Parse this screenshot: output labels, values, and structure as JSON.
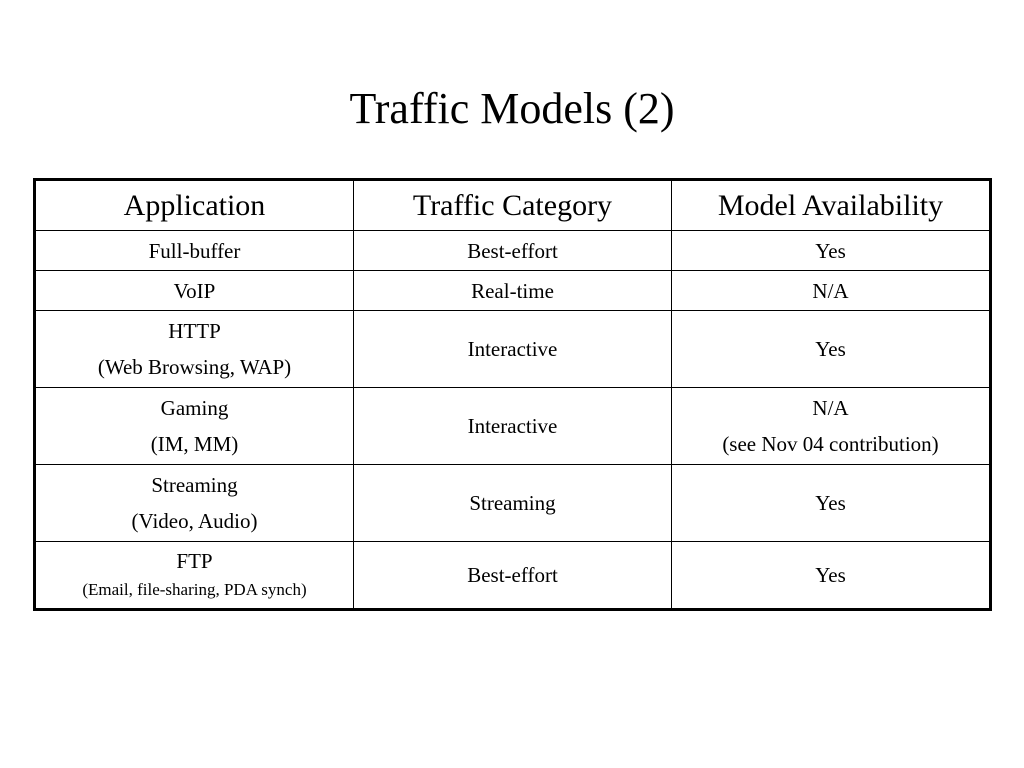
{
  "slide": {
    "title": "Traffic Models (2)"
  },
  "table": {
    "headers": [
      "Application",
      "Traffic Category",
      "Model Availability"
    ],
    "rows": [
      {
        "application": [
          "Full-buffer"
        ],
        "category": "Best-effort",
        "availability": [
          "Yes"
        ]
      },
      {
        "application": [
          "VoIP"
        ],
        "category": "Real-time",
        "availability": [
          "N/A"
        ]
      },
      {
        "application": [
          "HTTP",
          "(Web Browsing, WAP)"
        ],
        "category": "Interactive",
        "availability": [
          "Yes"
        ]
      },
      {
        "application": [
          "Gaming",
          "(IM, MM)"
        ],
        "category": "Interactive",
        "availability": [
          "N/A",
          "(see Nov 04 contribution)"
        ]
      },
      {
        "application": [
          "Streaming",
          "(Video, Audio)"
        ],
        "category": "Streaming",
        "availability": [
          "Yes"
        ]
      },
      {
        "application": [
          "FTP",
          "(Email, file-sharing, PDA synch)"
        ],
        "category": "Best-effort",
        "availability": [
          "Yes"
        ]
      }
    ]
  }
}
